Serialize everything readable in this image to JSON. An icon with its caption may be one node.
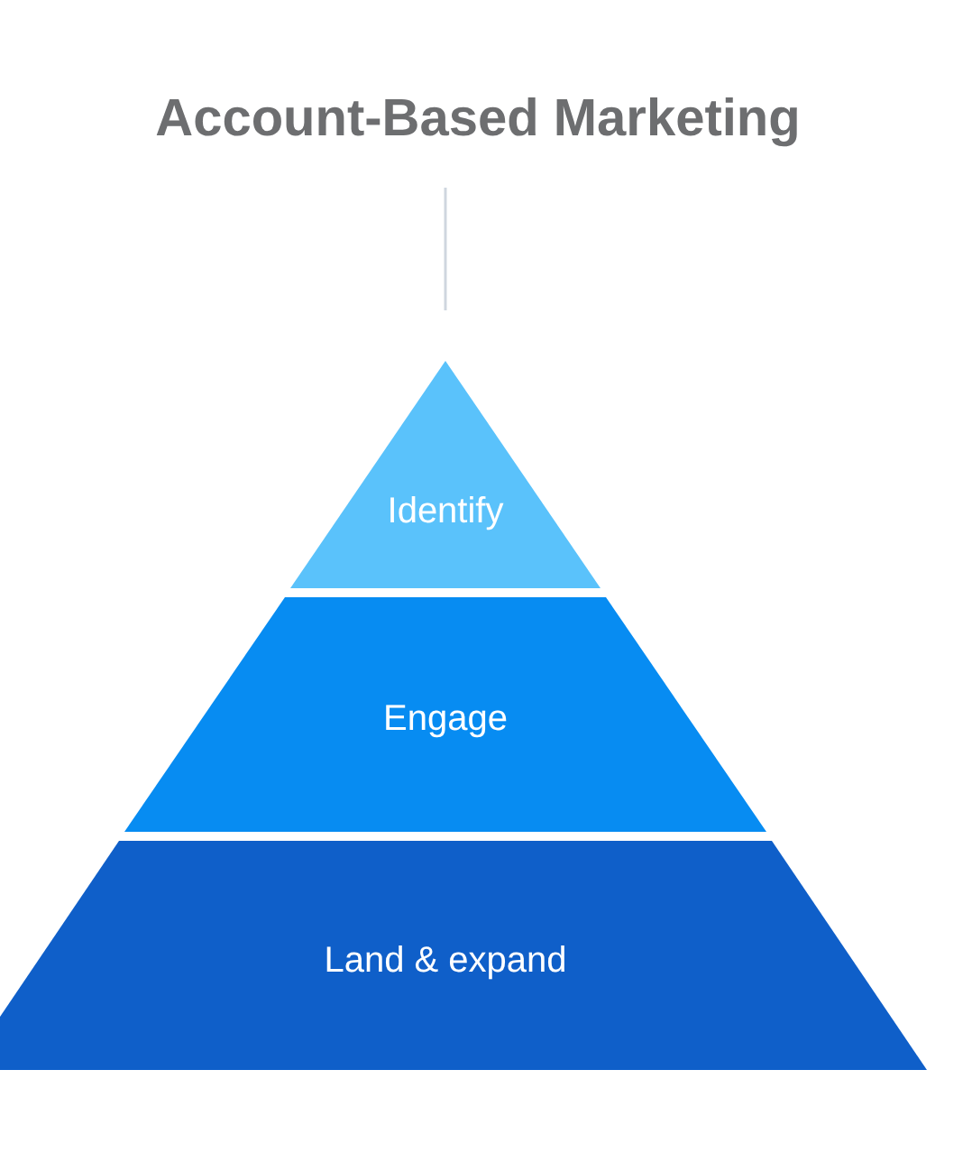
{
  "diagram": {
    "title": "Account-Based Marketing",
    "nodes": [
      {
        "text": [
          "Identify"
        ]
      },
      {
        "text": [
          "Engage"
        ]
      },
      {
        "text": [
          "Land & expand"
        ]
      }
    ]
  }
}
